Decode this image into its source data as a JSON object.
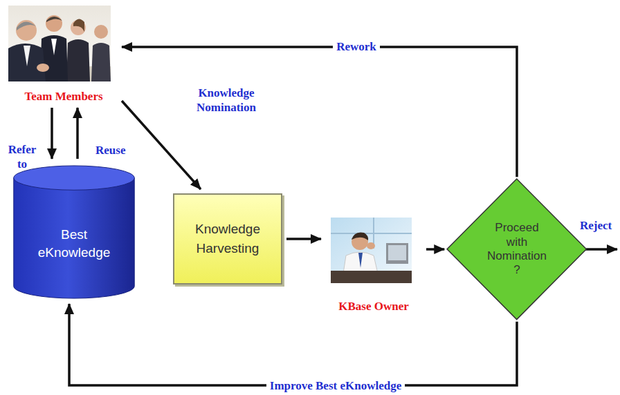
{
  "diagram": {
    "nodes": [
      {
        "text": [
          "Team Members"
        ]
      },
      {
        "text": [
          "Best eKnowledge"
        ]
      },
      {
        "text": [
          "Knowledge Harvesting"
        ]
      },
      {
        "text": [
          "KBase Owner"
        ]
      },
      {
        "text": [
          "Proceed with Nomination ?"
        ]
      }
    ],
    "edges": [
      {
        "from": 0,
        "to": 1,
        "label": "Refer to",
        "arrow": "to"
      },
      {
        "from": 1,
        "to": 0,
        "label": "Reuse",
        "arrow": "to"
      },
      {
        "from": 0,
        "to": 2,
        "label": "Knowledge Nomination",
        "arrow": "to"
      },
      {
        "from": 2,
        "to": 3,
        "arrow": "to"
      },
      {
        "from": 3,
        "to": 4,
        "arrow": "to"
      },
      {
        "from": 4,
        "to": 0,
        "label": "Rework",
        "arrow": "to"
      },
      {
        "from": 4,
        "to": 1,
        "label": "Improve Best eKnowledge",
        "arrow": "to"
      }
    ],
    "labels": [
      "Reject"
    ]
  }
}
